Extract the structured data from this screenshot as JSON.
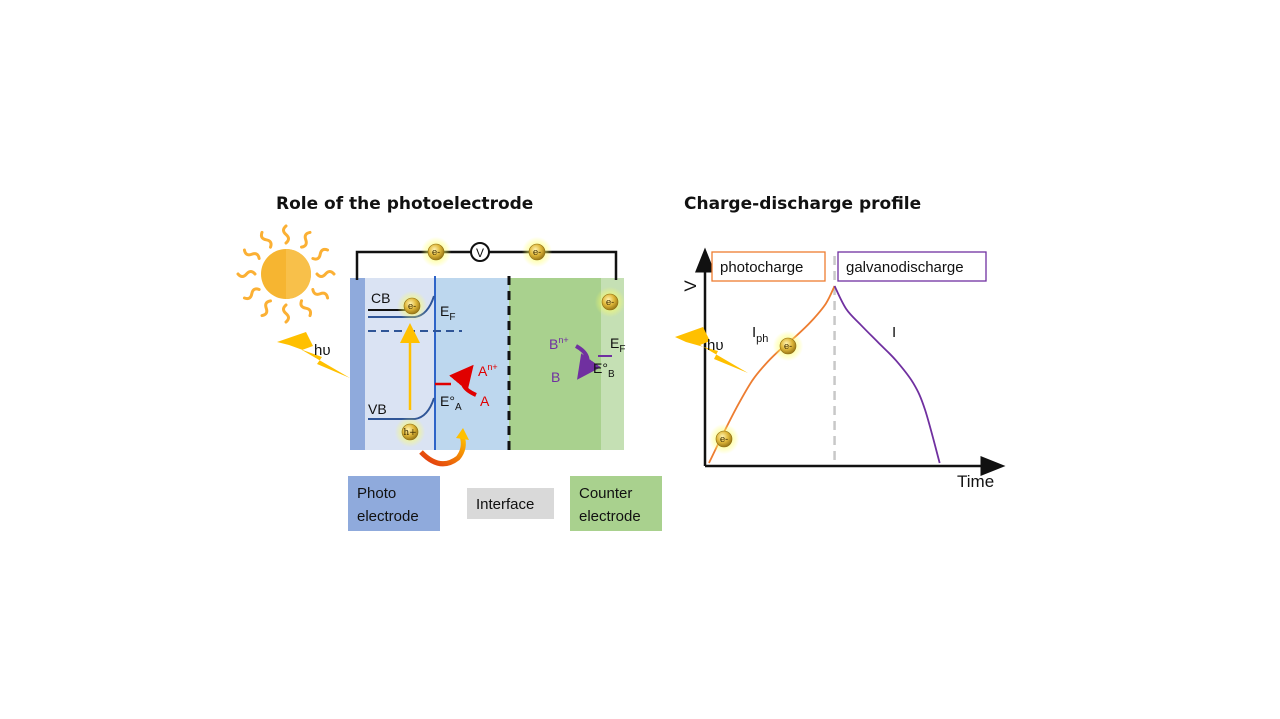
{
  "left_panel": {
    "title": "Role of the photoelectrode",
    "light_label": "hυ",
    "circuit": {
      "meter_label": "V",
      "electron_label": "e-"
    },
    "photoelectrode": {
      "cb_label": "CB",
      "vb_label": "VB",
      "fermi_label": "E",
      "fermi_sub": "F",
      "electron_label": "e-",
      "hole_label": "h+",
      "redox_potential_label": "E°",
      "redox_potential_sub": "A",
      "oxidized_species": "A",
      "oxidized_sup": "n+",
      "reduced_species": "A"
    },
    "counter_electrode": {
      "fermi_label": "E",
      "fermi_sub": "F",
      "redox_potential_label": "E°",
      "redox_potential_sub": "B",
      "oxidized_species": "B",
      "oxidized_sup": "n+",
      "reduced_species": "B",
      "electron_label": "e-"
    },
    "legend": [
      {
        "label_line1": "Photo",
        "label_line2": "electrode",
        "color": "#8faadc"
      },
      {
        "label_line1": "Interface",
        "label_line2": "",
        "color": "#d9d9d9"
      },
      {
        "label_line1": "Counter",
        "label_line2": "electrode",
        "color": "#a9d18e"
      }
    ],
    "colors": {
      "photoelectrode_bar": "#8faadc",
      "photoelectrode_region": "#dae3f3",
      "electrolyte_region": "#bdd7ee",
      "counter_region": "#a9d18e",
      "counter_bar": "#c5e0b4",
      "band_line": "#2f5597",
      "redox_a": "#e00000",
      "redox_b": "#7030a0",
      "excitation_arrow": "#ffc000"
    }
  },
  "right_panel": {
    "title": "Charge-discharge profile",
    "chart_data": {
      "type": "line",
      "title": "Charge-discharge profile",
      "xlabel": "Time",
      "ylabel": "V",
      "phases": [
        {
          "name": "photocharge",
          "color": "#ed7d31",
          "current_label": "I",
          "current_sub": "ph"
        },
        {
          "name": "galvanodischarge",
          "color": "#7030a0",
          "current_label": "I",
          "current_sub": ""
        }
      ],
      "xlim": [
        0,
        1
      ],
      "ylim": [
        0,
        1
      ],
      "series": [
        {
          "name": "photocharge",
          "x": [
            0.0,
            0.05,
            0.1,
            0.15,
            0.2,
            0.25,
            0.3,
            0.35,
            0.4,
            0.43
          ],
          "y": [
            0.0,
            0.17,
            0.33,
            0.47,
            0.57,
            0.65,
            0.72,
            0.8,
            0.9,
            1.0
          ]
        },
        {
          "name": "galvanodischarge",
          "x": [
            0.43,
            0.47,
            0.52,
            0.58,
            0.64,
            0.7,
            0.74,
            0.79
          ],
          "y": [
            1.0,
            0.87,
            0.78,
            0.68,
            0.58,
            0.45,
            0.3,
            0.0
          ]
        }
      ],
      "divider_x": 0.43,
      "light_label": "hυ",
      "electron_label": "e-"
    }
  }
}
